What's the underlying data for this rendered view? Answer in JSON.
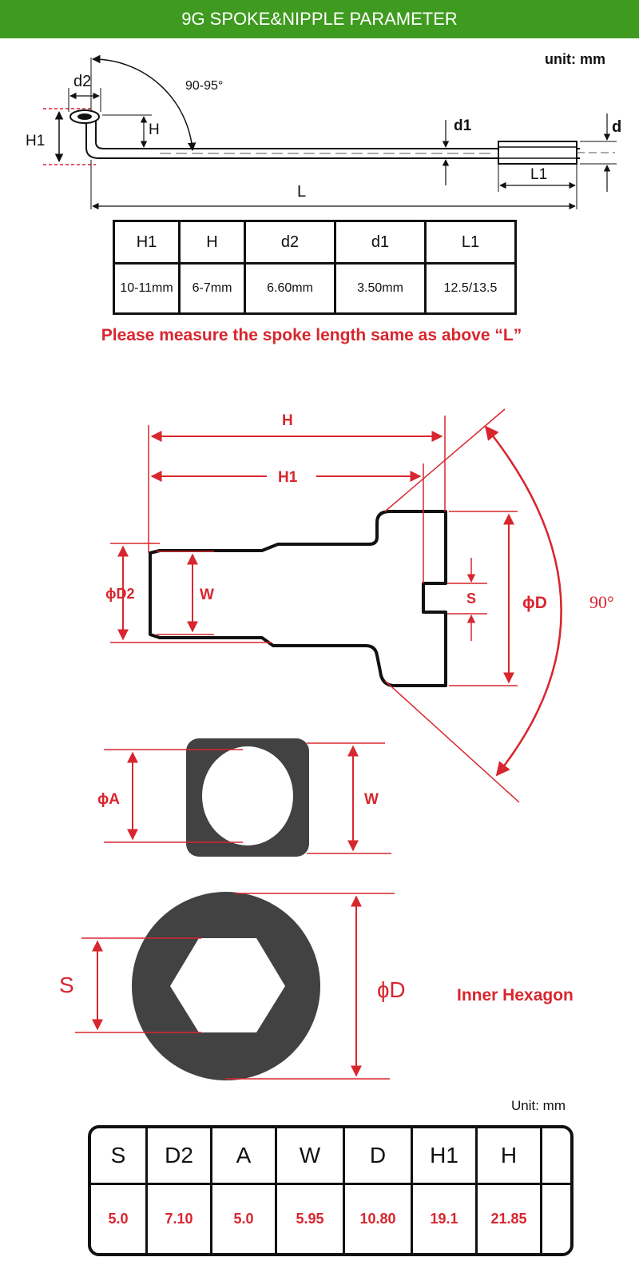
{
  "header": {
    "title": "9G SPOKE&NIPPLE PARAMETER"
  },
  "spoke": {
    "unit": "unit: mm",
    "labels": {
      "d2": "d2",
      "angle": "90-95°",
      "H1": "H1",
      "H": "H",
      "d1": "d1",
      "d": "d",
      "L1": "L1",
      "L": "L"
    },
    "table": {
      "headers": [
        "H1",
        "H",
        "d2",
        "d1",
        "L1"
      ],
      "values": [
        "10-11mm",
        "6-7mm",
        "6.60mm",
        "3.50mm",
        "12.5/13.5"
      ]
    },
    "notice": "Please measure the spoke length same as above “L”"
  },
  "nipple": {
    "labels": {
      "H": "H",
      "H1": "H1",
      "D2": "ɸD2",
      "W": "W",
      "S": "S",
      "D": "ɸD",
      "angle": "90°"
    },
    "cross_section": {
      "A": "ɸA",
      "W": "W"
    },
    "hexagon": {
      "S": "S",
      "D": "ɸD",
      "caption": "Inner Hexagon"
    },
    "unit": "Unit: mm",
    "table": {
      "headers": [
        "S",
        "D2",
        "A",
        "W",
        "D",
        "H1",
        "H",
        ""
      ],
      "values": [
        "5.0",
        "7.10",
        "5.0",
        "5.95",
        "10.80",
        "19.1",
        "21.85",
        ""
      ]
    }
  },
  "colors": {
    "banner": "#3f9b1f",
    "accent": "#d8262e",
    "ink": "#111111",
    "fill": "#424242"
  }
}
